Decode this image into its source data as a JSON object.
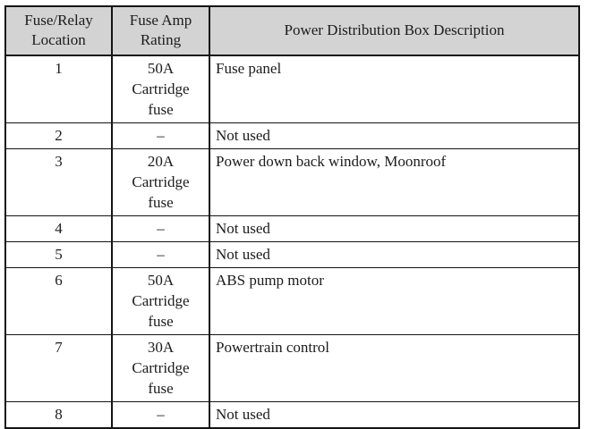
{
  "table": {
    "columns": [
      {
        "key": "location",
        "label": "Fuse/Relay\nLocation",
        "label_line1": "Fuse/Relay",
        "label_line2": "Location"
      },
      {
        "key": "rating",
        "label": "Fuse Amp\nRating",
        "label_line1": "Fuse Amp",
        "label_line2": "Rating"
      },
      {
        "key": "description",
        "label": "Power Distribution Box Description",
        "label_line1": "Power Distribution Box Description",
        "label_line2": ""
      }
    ],
    "header_background": "#d3d3d3",
    "border_color": "#141414",
    "rows": [
      {
        "location": "1",
        "rating_line1": "50A",
        "rating_line2": "Cartridge",
        "rating_line3": "fuse",
        "description": "Fuse panel"
      },
      {
        "location": "2",
        "rating_line1": "–",
        "rating_line2": "",
        "rating_line3": "",
        "description": "Not used"
      },
      {
        "location": "3",
        "rating_line1": "20A",
        "rating_line2": "Cartridge",
        "rating_line3": "fuse",
        "description": "Power down back window, Moonroof"
      },
      {
        "location": "4",
        "rating_line1": "–",
        "rating_line2": "",
        "rating_line3": "",
        "description": "Not used"
      },
      {
        "location": "5",
        "rating_line1": "–",
        "rating_line2": "",
        "rating_line3": "",
        "description": "Not used"
      },
      {
        "location": "6",
        "rating_line1": "50A",
        "rating_line2": "Cartridge",
        "rating_line3": "fuse",
        "description": "ABS pump motor"
      },
      {
        "location": "7",
        "rating_line1": "30A",
        "rating_line2": "Cartridge",
        "rating_line3": "fuse",
        "description": "Powertrain control"
      },
      {
        "location": "8",
        "rating_line1": "–",
        "rating_line2": "",
        "rating_line3": "",
        "description": "Not used"
      }
    ]
  }
}
